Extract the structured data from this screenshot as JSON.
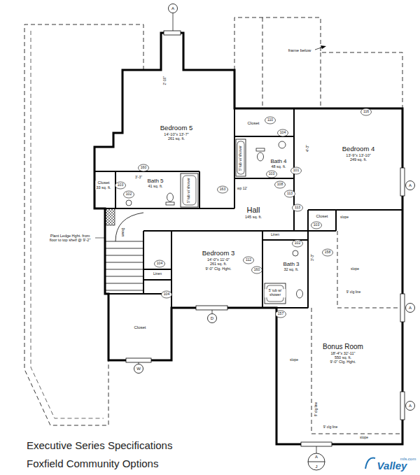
{
  "diagram": {
    "caption": "Executive Series Specifications Foxfield Community Options",
    "nodes": [
      {
        "text": [
          "Bedroom 5",
          "14'-10\"x 13'-7\"",
          "261 sq. ft."
        ]
      },
      {
        "text": [
          "Closet"
        ]
      },
      {
        "text": [
          "Bath 4",
          "48 sq. ft."
        ]
      },
      {
        "text": [
          "Bedroom 4",
          "13'-9\"x 13'-10\"",
          "249 sq. ft."
        ]
      },
      {
        "text": [
          "Closet",
          "33 sq. ft."
        ]
      },
      {
        "text": [
          "Bath 5",
          "41 sq. ft."
        ]
      },
      {
        "text": [
          "Hall",
          "145 sq. ft."
        ]
      },
      {
        "text": [
          "Closet"
        ]
      },
      {
        "text": [
          "Bedroom 3",
          "14'-0\"x 11'-0\"",
          "261 sq. ft.",
          "9'-0\" Clg. Hght."
        ]
      },
      {
        "text": [
          "Bath 3",
          "32 sq. ft."
        ]
      },
      {
        "text": [
          "Bonus Room",
          "18'-4\"x 32'-11\"",
          "550 sq. ft.",
          "9'-0\" Clg. Hght."
        ]
      },
      {
        "text": [
          "Closet"
        ]
      }
    ],
    "labels": [
      "A",
      "frame below",
      "2'-10\"",
      "110",
      "104",
      "116",
      "4'-3\"",
      "5' tub w/ shower",
      "103",
      "101",
      "108",
      "113",
      "113",
      "slope",
      "103",
      "A",
      "103",
      "160",
      "102",
      "3'-3\"",
      "5' tub w/ shower",
      "163",
      "wp 12'",
      "Plant Ledge Hght. from floor to top shelf @ 9'-2\"",
      "Down",
      "104",
      "Linen",
      "104",
      "112",
      "160",
      "Linen",
      "102",
      "3'-3\"",
      "5' tub w/ shower",
      "158",
      "slope",
      "9' clg line",
      "157",
      "slope",
      "9' clg line",
      "slope",
      "9' clg line",
      "A",
      "A",
      "D",
      "W",
      "A",
      "J",
      "Valley",
      "mls.com"
    ]
  }
}
